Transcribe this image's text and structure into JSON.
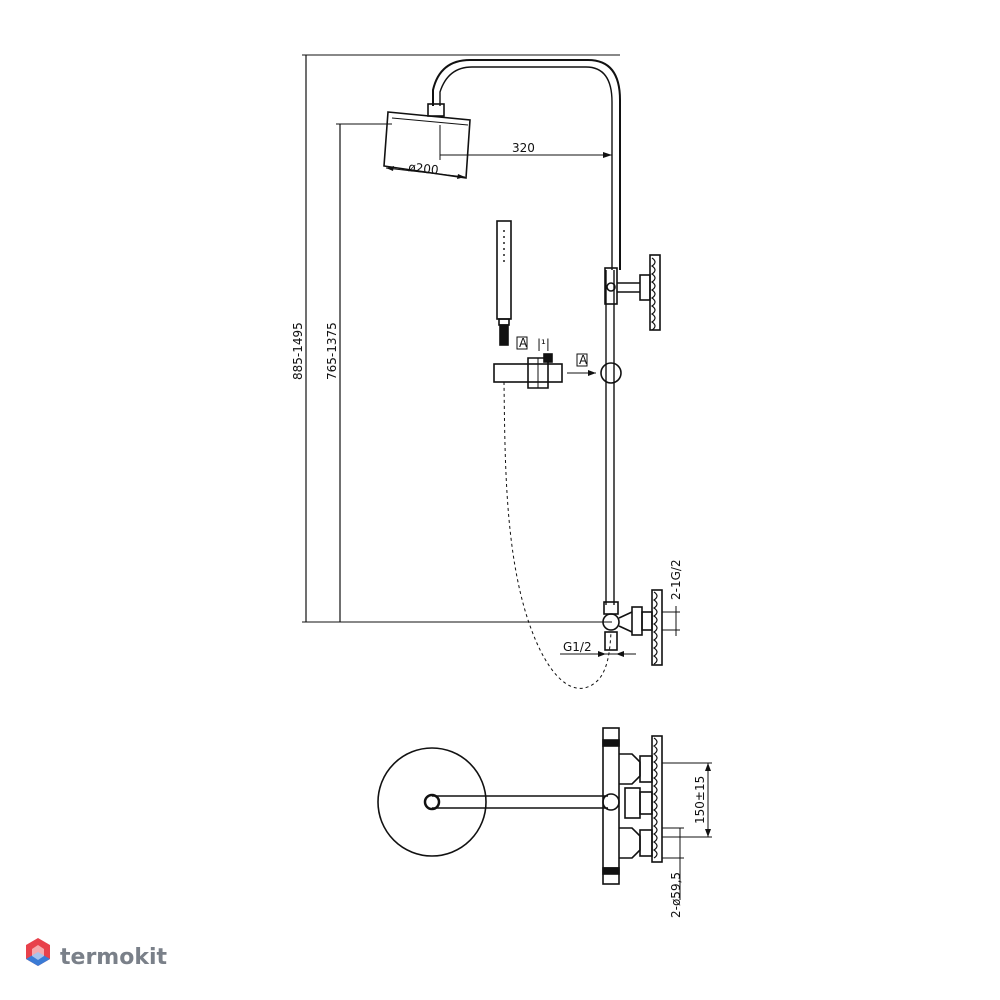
{
  "dimensions": {
    "total_height": "885-1495",
    "head_height": "765-1375",
    "arm_length": "320",
    "head_diameter": "ø200",
    "hose_thread": "G1/2",
    "inlet_threads": "2-1G/2",
    "inlet_spacing": "150±15",
    "escutcheon": "2-ø59,5"
  },
  "brand": {
    "name": "termokit"
  },
  "colors": {
    "line": "#111111",
    "brand_text": "#7a8089",
    "logo_red": "#e8414b",
    "logo_blue": "#3a7bd5"
  }
}
